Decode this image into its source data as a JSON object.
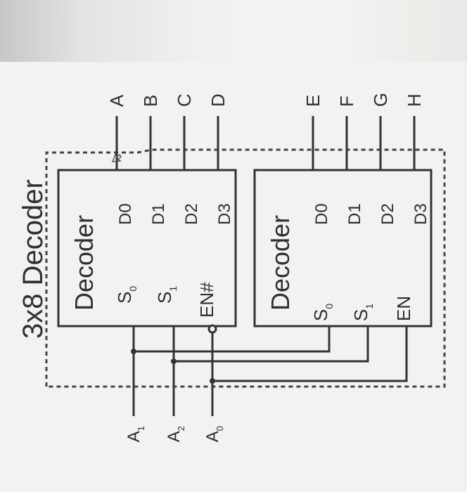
{
  "title": "3x8 Decoder",
  "decoder_top": {
    "name": "Decoder",
    "inputs": [
      "S",
      "S",
      "EN#"
    ],
    "input_subscripts": [
      "0",
      "1",
      ""
    ],
    "outputs": [
      "D0",
      "D1",
      "D2",
      "D3"
    ]
  },
  "decoder_bottom": {
    "name": "Decoder",
    "inputs": [
      "S",
      "S",
      "EN"
    ],
    "input_subscripts": [
      "0",
      "1",
      ""
    ],
    "outputs": [
      "D0",
      "D1",
      "D2",
      "D3"
    ]
  },
  "inputs": [
    {
      "label": "A",
      "sub": "1"
    },
    {
      "label": "A",
      "sub": "2"
    },
    {
      "label": "A",
      "sub": "0"
    }
  ],
  "outputs_top": [
    "A",
    "B",
    "C",
    "D"
  ],
  "outputs_bottom": [
    "E",
    "F",
    "G",
    "H"
  ],
  "colors": {
    "ink": "#2f2f2f",
    "paper": "#f2f2f0"
  }
}
